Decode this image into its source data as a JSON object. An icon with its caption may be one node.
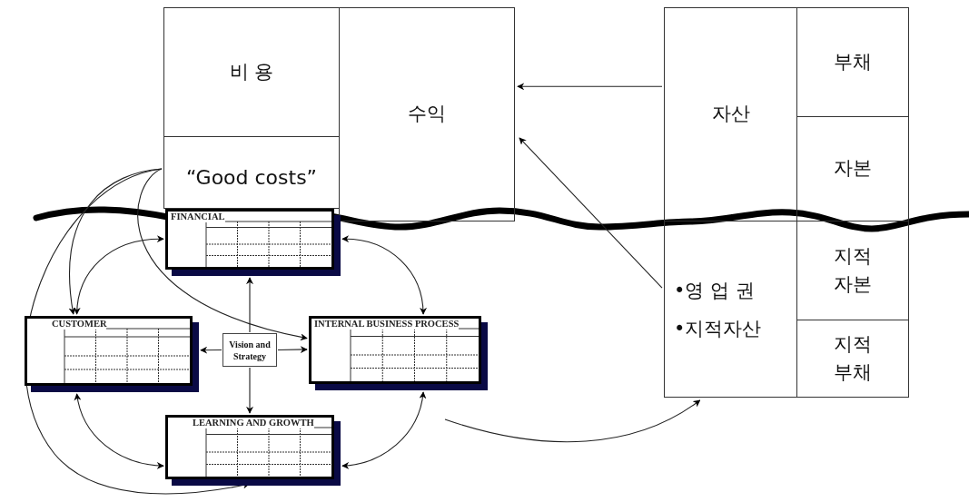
{
  "diagram": {
    "nodes": [
      {
        "text": [
          "비 용"
        ]
      },
      {
        "text": [
          "수익"
        ]
      },
      {
        "text": [
          "“Good costs”"
        ]
      },
      {
        "text": [
          "자산"
        ]
      },
      {
        "text": [
          "부채"
        ]
      },
      {
        "text": [
          "자본"
        ]
      },
      {
        "text": [
          "•영 업 권",
          "•지적자산"
        ]
      },
      {
        "text": [
          "지적 자본"
        ]
      },
      {
        "text": [
          "지적 부채"
        ]
      },
      {
        "text": [
          "FINANCIAL"
        ]
      },
      {
        "text": [
          "CUSTOMER"
        ]
      },
      {
        "text": [
          "Vision and Strategy"
        ]
      },
      {
        "text": [
          "INTERNAL BUSINESS PROCESS"
        ]
      },
      {
        "text": [
          "LEARNING AND GROWTH"
        ]
      }
    ],
    "edges": [
      {
        "from": 3,
        "to": 1,
        "arrow": "to"
      },
      {
        "from": 6,
        "to": 1,
        "arrow": "to"
      },
      {
        "from": null,
        "to": 6,
        "arrow": "to"
      },
      {
        "from": 2,
        "to": 10,
        "arrow": "to"
      },
      {
        "from": 2,
        "to": 12,
        "arrow": "to"
      },
      {
        "from": 2,
        "to": 13,
        "arrow": "to"
      },
      {
        "from": 9,
        "to": 10,
        "arrow": "both"
      },
      {
        "from": 9,
        "to": 12,
        "arrow": "both"
      },
      {
        "from": 10,
        "to": 13,
        "arrow": "both"
      },
      {
        "from": 12,
        "to": 13,
        "arrow": "both"
      },
      {
        "from": 11,
        "to": 9,
        "arrow": "to"
      },
      {
        "from": 11,
        "to": 10,
        "arrow": "to"
      },
      {
        "from": 11,
        "to": 12,
        "arrow": "to"
      },
      {
        "from": 11,
        "to": 13,
        "arrow": "to"
      }
    ]
  }
}
